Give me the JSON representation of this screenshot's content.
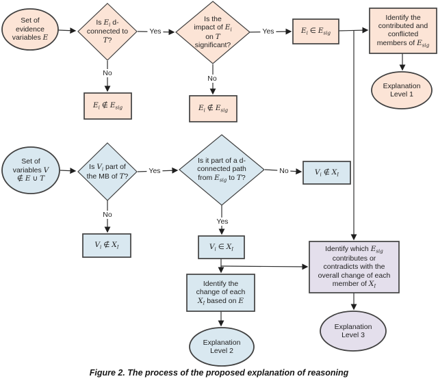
{
  "caption": "Figure 2. The process of the proposed explanation of reasoning",
  "colors": {
    "peach": "#fce4d6",
    "blue": "#d9e8f0",
    "lavender": "#e4dfec"
  },
  "nodes": {
    "evidence": {
      "label": [
        {
          "t": "Set of evidence variables "
        },
        {
          "t": "E",
          "m": 1
        }
      ]
    },
    "d1": {
      "label": [
        {
          "t": "Is "
        },
        {
          "t": "E",
          "m": 1
        },
        {
          "t": "i",
          "m": 1,
          "s": 1
        },
        {
          "t": " d-connected to "
        },
        {
          "t": "T",
          "m": 1
        },
        {
          "t": "?"
        }
      ]
    },
    "d2": {
      "label": [
        {
          "t": "Is the impact of "
        },
        {
          "t": "E",
          "m": 1
        },
        {
          "t": "i",
          "m": 1,
          "s": 1
        },
        {
          "t": " on "
        },
        {
          "t": "T",
          "m": 1
        },
        {
          "t": " significant?"
        }
      ]
    },
    "esig_in": {
      "label": [
        {
          "t": "E",
          "m": 1
        },
        {
          "t": "i",
          "m": 1,
          "s": 1
        },
        {
          "t": " ∈ "
        },
        {
          "t": "E",
          "m": 1
        },
        {
          "t": "sig",
          "m": 1,
          "s": 1
        }
      ]
    },
    "esig_out1": {
      "label": [
        {
          "t": "E",
          "m": 1
        },
        {
          "t": "i",
          "m": 1,
          "s": 1
        },
        {
          "t": " ∉ "
        },
        {
          "t": "E",
          "m": 1
        },
        {
          "t": "sig",
          "m": 1,
          "s": 1
        }
      ]
    },
    "esig_out2": {
      "label": [
        {
          "t": "E",
          "m": 1
        },
        {
          "t": "i",
          "m": 1,
          "s": 1
        },
        {
          "t": " ∉ "
        },
        {
          "t": "E",
          "m": 1
        },
        {
          "t": "sig",
          "m": 1,
          "s": 1
        }
      ]
    },
    "members": {
      "label": [
        {
          "t": "Identify the contributed and conflicted members of "
        },
        {
          "t": "E",
          "m": 1
        },
        {
          "t": "sig",
          "m": 1,
          "s": 1
        }
      ]
    },
    "level1": {
      "label": [
        {
          "t": "Explanation Level 1"
        }
      ]
    },
    "variables": {
      "label": [
        {
          "t": "Set of variables "
        },
        {
          "t": "V",
          "m": 1
        },
        {
          "t": " ∉ "
        },
        {
          "t": "E",
          "m": 1
        },
        {
          "t": " ∪ "
        },
        {
          "t": "T",
          "m": 1
        }
      ]
    },
    "d3": {
      "label": [
        {
          "t": "Is "
        },
        {
          "t": "V",
          "m": 1
        },
        {
          "t": "i",
          "m": 1,
          "s": 1
        },
        {
          "t": " part of the MB of "
        },
        {
          "t": "T",
          "m": 1
        },
        {
          "t": "?"
        }
      ]
    },
    "d4": {
      "label": [
        {
          "t": "Is it part of a d-connected path from "
        },
        {
          "t": "E",
          "m": 1
        },
        {
          "t": "sig",
          "m": 1,
          "s": 1
        },
        {
          "t": " to "
        },
        {
          "t": "T",
          "m": 1
        },
        {
          "t": "?"
        }
      ]
    },
    "vi_out_right": {
      "label": [
        {
          "t": "V",
          "m": 1
        },
        {
          "t": "i",
          "m": 1,
          "s": 1
        },
        {
          "t": " ∉ "
        },
        {
          "t": "X",
          "m": 1
        },
        {
          "t": "I",
          "m": 1,
          "s": 1
        }
      ]
    },
    "vi_out_below": {
      "label": [
        {
          "t": "V",
          "m": 1
        },
        {
          "t": "i",
          "m": 1,
          "s": 1
        },
        {
          "t": " ∉ "
        },
        {
          "t": "X",
          "m": 1
        },
        {
          "t": "I",
          "m": 1,
          "s": 1
        }
      ]
    },
    "vi_in": {
      "label": [
        {
          "t": "V",
          "m": 1
        },
        {
          "t": "i",
          "m": 1,
          "s": 1
        },
        {
          "t": " ∈ "
        },
        {
          "t": "X",
          "m": 1
        },
        {
          "t": "I",
          "m": 1,
          "s": 1
        }
      ]
    },
    "change": {
      "label": [
        {
          "t": "Identify the change of each "
        },
        {
          "t": "X",
          "m": 1
        },
        {
          "t": "I",
          "m": 1,
          "s": 1
        },
        {
          "t": " based on "
        },
        {
          "t": "E",
          "m": 1
        }
      ]
    },
    "level2": {
      "label": [
        {
          "t": "Explanation Level 2"
        }
      ]
    },
    "which": {
      "label": [
        {
          "t": "Identify which "
        },
        {
          "t": "E",
          "m": 1
        },
        {
          "t": "sig",
          "m": 1,
          "s": 1
        },
        {
          "t": " contributes or contradicts with the overall change of each member of "
        },
        {
          "t": "X",
          "m": 1
        },
        {
          "t": "I",
          "m": 1,
          "s": 1
        }
      ]
    },
    "level3": {
      "label": [
        {
          "t": "Explanation Level 3"
        }
      ]
    }
  },
  "edge_labels": {
    "d1_yes": "Yes",
    "d1_no": "No",
    "d2_yes": "Yes",
    "d2_no": "No",
    "d3_yes": "Yes",
    "d3_no": "No",
    "d4_yes": "Yes",
    "d4_no": "No"
  }
}
